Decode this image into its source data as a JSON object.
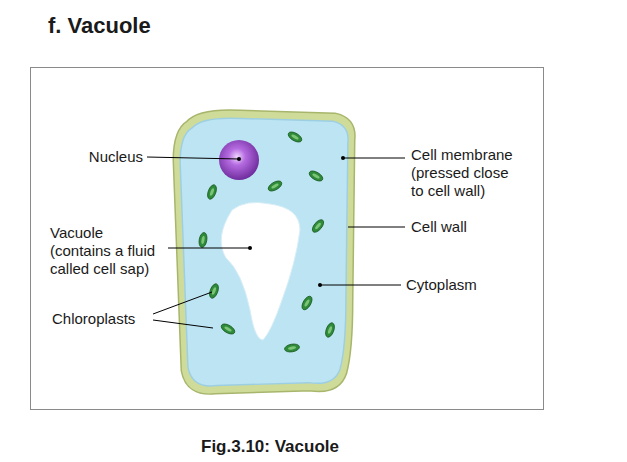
{
  "diagram": {
    "title": "f. Vacuole",
    "caption": "Fig.3.10: Vacuole",
    "labels": [
      "Nucleus",
      "Cell membrane (pressed close to cell wall)",
      "Vacuole (contains a fluid called cell sap)",
      "Cell wall",
      "Cytoplasm",
      "Chloroplasts"
    ]
  }
}
